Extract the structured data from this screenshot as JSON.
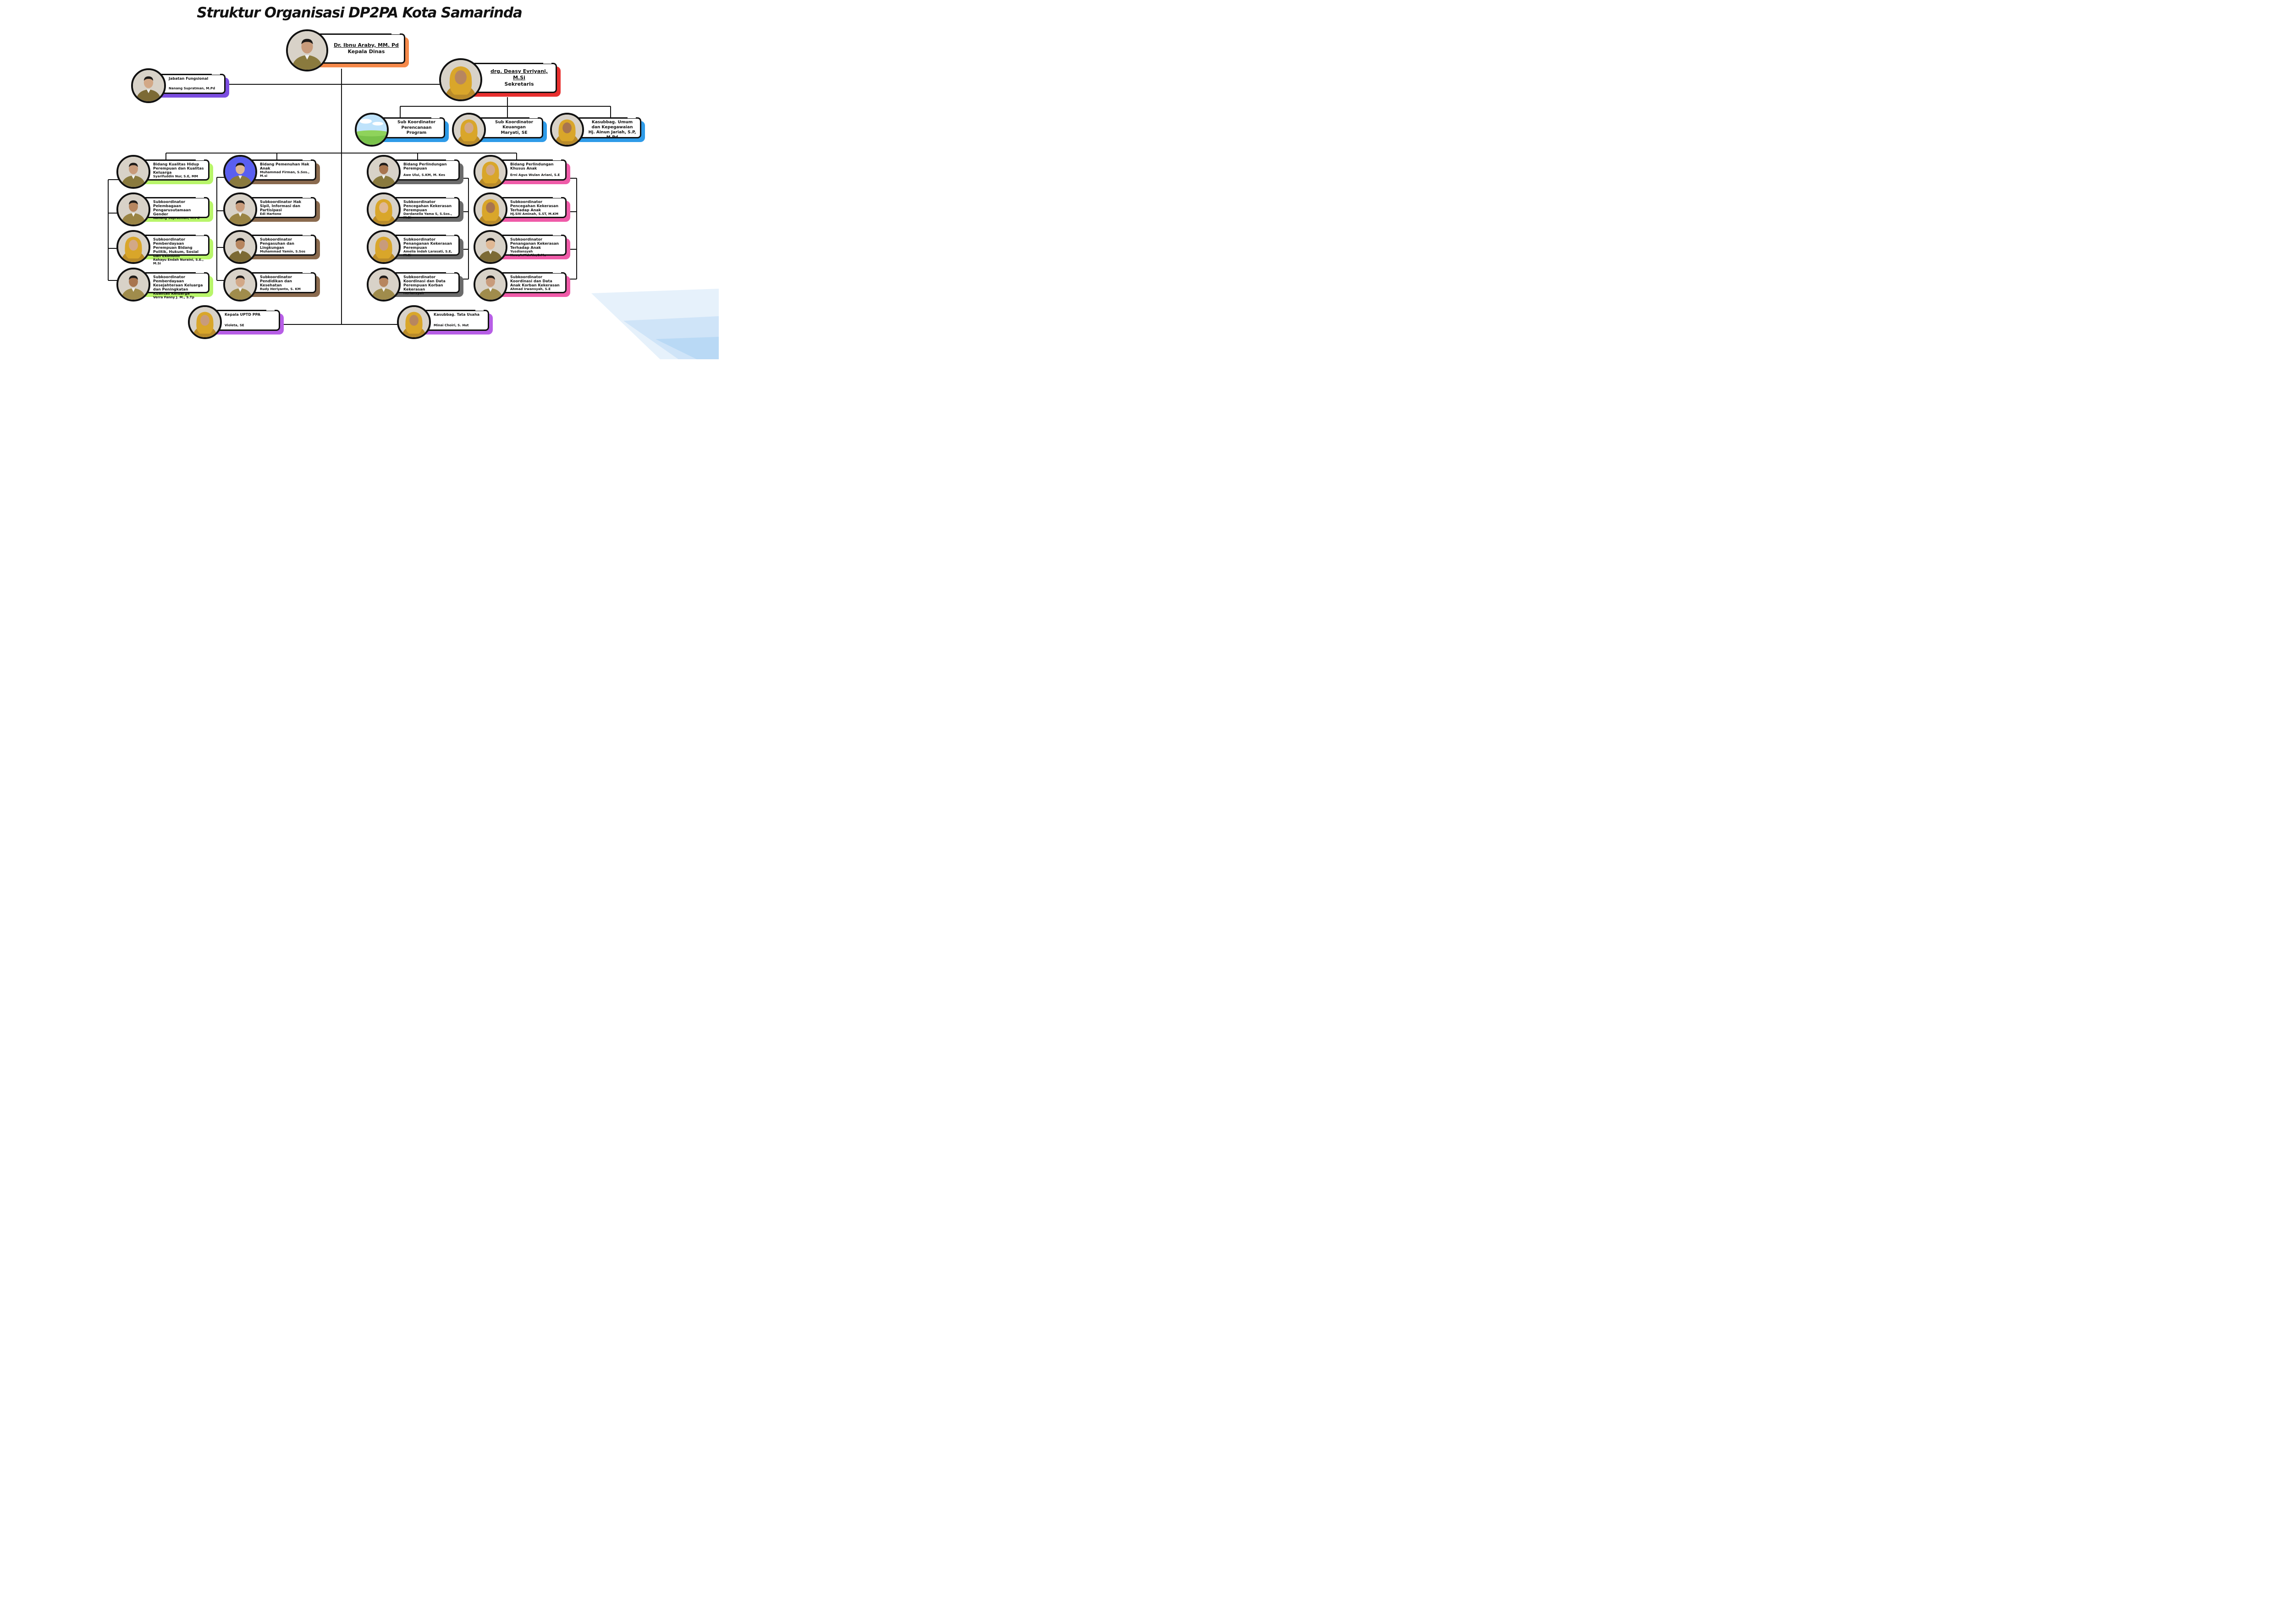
{
  "title": "Struktur Organisasi DP2PA Kota Samarinda",
  "colors": {
    "orange": "#f5894a",
    "red": "#e8302f",
    "purple": "#7b4de0",
    "blue": "#2e9be8",
    "green": "#b8f56a",
    "brown": "#8a6a4e",
    "gray": "#6b6b6b",
    "pink": "#ef5ba8",
    "violet": "#b75ee6",
    "line": "#111111"
  },
  "head": {
    "name": "Dr. Ibnu Araby, MM. Pd",
    "role": "Kepala Dinas"
  },
  "secretary": {
    "name": "drg. Deasy Evriyani, M.Si",
    "role": "Sekretaris"
  },
  "fungsional": {
    "role": "Jabatan Fungsional",
    "name": "Nanang Supratman, M.Pd"
  },
  "secretariat_units": [
    {
      "role": "Sub Koordinator",
      "name": "Perencanaan Program"
    },
    {
      "role": "Sub Koordinator Keuangan",
      "name": "Maryati, SE"
    },
    {
      "role": "Kasubbag. Umum dan Kepegawaian",
      "name": "Hj. Ainun Jariah, S.P, M.Pd"
    }
  ],
  "columns": [
    {
      "items": [
        {
          "role": "Bidang Kualitas Hidup Perempuan dan Kualitas Keluarga",
          "name": "Syarifuddin Nur, S.E, MM"
        },
        {
          "role": "Subkoordinator Pelembagaan Pengarusutamaan Gender",
          "name": "Nanang Supratman, M.Pd"
        },
        {
          "role": "Subkoordinator Pemberdayaan Perempuan Bidang Politik, Hukum, Sosial dan Ekonomi",
          "name": "Rahayu Endah Nuraini, S.E., M.Si"
        },
        {
          "role": "Subkoordinator Pemberdayaan Kesejahteraan Keluarga dan Peningkatan Kualitas Keluarga",
          "name": "Verra Fanny J. M., S.Tp"
        }
      ]
    },
    {
      "items": [
        {
          "role": "Bidang Pemenuhan Hak Anak",
          "name": "Muhammad Firman, S.Sos., M.si"
        },
        {
          "role": "Subkoordinator Hak Sipil, Informasi dan Partisipasi",
          "name": "Edi Hartono"
        },
        {
          "role": "Subkoordinator Pengasuhan dan Lingkungan",
          "name": "Muhammad Yamin, S.Sos"
        },
        {
          "role": "Subkoordinator Pendidikan dan Kesehatan",
          "name": "Rudy Heriyanto, S. KM"
        }
      ]
    },
    {
      "items": [
        {
          "role": "Bidang Perlindungan Perempuan",
          "name": "Awe Ului, S.KM, M. Kes"
        },
        {
          "role": "Subkoordinator Pencegahan Kekerasan Perempuan",
          "name": "Dardanella Yama S, S.Sos., M.Si"
        },
        {
          "role": "Subkoordinator Penanganan Kekerasan Perempuan",
          "name": "Amelia Indah Larasati, S.E, M.Si"
        },
        {
          "role": "Subkoordinator Koordinasi dan Data Perempuan Korban Kekerasan",
          "name": "Heriansyah"
        }
      ]
    },
    {
      "items": [
        {
          "role": "Bidang Perlindungan Khusus Anak",
          "name": "Erni Agus Wulan Ariani, S.E"
        },
        {
          "role": "Subkoordinator Pencegahan Kekerasan Terhadap Anak",
          "name": "Hj.Siti Aminah, S.ST, M.KM"
        },
        {
          "role": "Subkoordinator Penanganan Kekerasan Terhadap Anak",
          "name": "Yusdiansyah Noor,A.Md.Ak.,C.Me"
        },
        {
          "role": "Subkoordinator Koordinasi dan Data Anak Korban Kekerasan",
          "name": "Ahmad Irwansyah, S.E"
        }
      ]
    }
  ],
  "uptd": {
    "role": "Kepala UPTD PPA",
    "name": "Violeta, SE"
  },
  "tata_usaha": {
    "role": "Kasubbag. Tata Usaha",
    "name": "Minai Choiri, S. Hut"
  }
}
